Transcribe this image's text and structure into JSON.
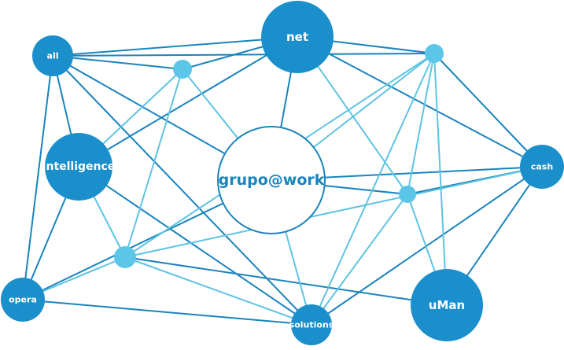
{
  "diagram": {
    "colors": {
      "dark": "#1a8fcb",
      "light": "#5bc6e8",
      "center_stroke": "#1a84bd",
      "background": "#ffffff"
    },
    "nodes": [
      {
        "id": "net",
        "label": "net",
        "kind": "dark"
      },
      {
        "id": "all",
        "label": "all",
        "kind": "dark"
      },
      {
        "id": "intelligence",
        "label": "intelligence",
        "kind": "dark"
      },
      {
        "id": "center",
        "label": "grupo@work",
        "kind": "center"
      },
      {
        "id": "cash",
        "label": "cash",
        "kind": "dark"
      },
      {
        "id": "opera",
        "label": "opera",
        "kind": "dark"
      },
      {
        "id": "solutions",
        "label": "solutions",
        "kind": "dark"
      },
      {
        "id": "uman",
        "label": "uMan",
        "kind": "dark"
      },
      {
        "id": "hub-a",
        "label": "",
        "kind": "light"
      },
      {
        "id": "hub-b",
        "label": "",
        "kind": "light"
      },
      {
        "id": "hub-c",
        "label": "",
        "kind": "light"
      },
      {
        "id": "hub-d",
        "label": "",
        "kind": "light"
      }
    ],
    "edges": [
      {
        "from": "all",
        "to": "net",
        "kind": "dark"
      },
      {
        "from": "all",
        "to": "hub-b",
        "kind": "dark"
      },
      {
        "from": "all",
        "to": "hub-a",
        "kind": "dark"
      },
      {
        "from": "all",
        "to": "intelligence",
        "kind": "dark"
      },
      {
        "from": "all",
        "to": "opera",
        "kind": "dark"
      },
      {
        "from": "all",
        "to": "center",
        "kind": "dark"
      },
      {
        "from": "all",
        "to": "solutions",
        "kind": "dark"
      },
      {
        "from": "net",
        "to": "hub-a",
        "kind": "dark"
      },
      {
        "from": "net",
        "to": "intelligence",
        "kind": "dark"
      },
      {
        "from": "net",
        "to": "center",
        "kind": "dark"
      },
      {
        "from": "net",
        "to": "cash",
        "kind": "dark"
      },
      {
        "from": "net",
        "to": "hub-b",
        "kind": "dark"
      },
      {
        "from": "hub-b",
        "to": "cash",
        "kind": "dark"
      },
      {
        "from": "intelligence",
        "to": "opera",
        "kind": "dark"
      },
      {
        "from": "intelligence",
        "to": "solutions",
        "kind": "dark"
      },
      {
        "from": "center",
        "to": "cash",
        "kind": "dark"
      },
      {
        "from": "center",
        "to": "hub-c",
        "kind": "dark"
      },
      {
        "from": "center",
        "to": "opera",
        "kind": "dark"
      },
      {
        "from": "hub-c",
        "to": "cash",
        "kind": "dark"
      },
      {
        "from": "hub-d",
        "to": "uman",
        "kind": "dark"
      },
      {
        "from": "opera",
        "to": "solutions",
        "kind": "dark"
      },
      {
        "from": "opera",
        "to": "hub-d",
        "kind": "light"
      },
      {
        "from": "solutions",
        "to": "cash",
        "kind": "dark"
      },
      {
        "from": "uman",
        "to": "cash",
        "kind": "dark"
      },
      {
        "from": "hub-a",
        "to": "intelligence",
        "kind": "light"
      },
      {
        "from": "hub-a",
        "to": "hub-d",
        "kind": "light"
      },
      {
        "from": "hub-a",
        "to": "center",
        "kind": "light"
      },
      {
        "from": "net",
        "to": "hub-c",
        "kind": "light"
      },
      {
        "from": "hub-b",
        "to": "center",
        "kind": "light"
      },
      {
        "from": "hub-b",
        "to": "hub-c",
        "kind": "light"
      },
      {
        "from": "hub-b",
        "to": "solutions",
        "kind": "light"
      },
      {
        "from": "hub-b",
        "to": "uman",
        "kind": "light"
      },
      {
        "from": "hub-c",
        "to": "solutions",
        "kind": "light"
      },
      {
        "from": "hub-c",
        "to": "uman",
        "kind": "light"
      },
      {
        "from": "hub-d",
        "to": "solutions",
        "kind": "light"
      },
      {
        "from": "center",
        "to": "solutions",
        "kind": "light"
      },
      {
        "from": "intelligence",
        "to": "hub-d",
        "kind": "light"
      },
      {
        "from": "hub-b",
        "to": "hub-d",
        "kind": "light"
      },
      {
        "from": "cash",
        "to": "hub-d",
        "kind": "light"
      }
    ]
  }
}
